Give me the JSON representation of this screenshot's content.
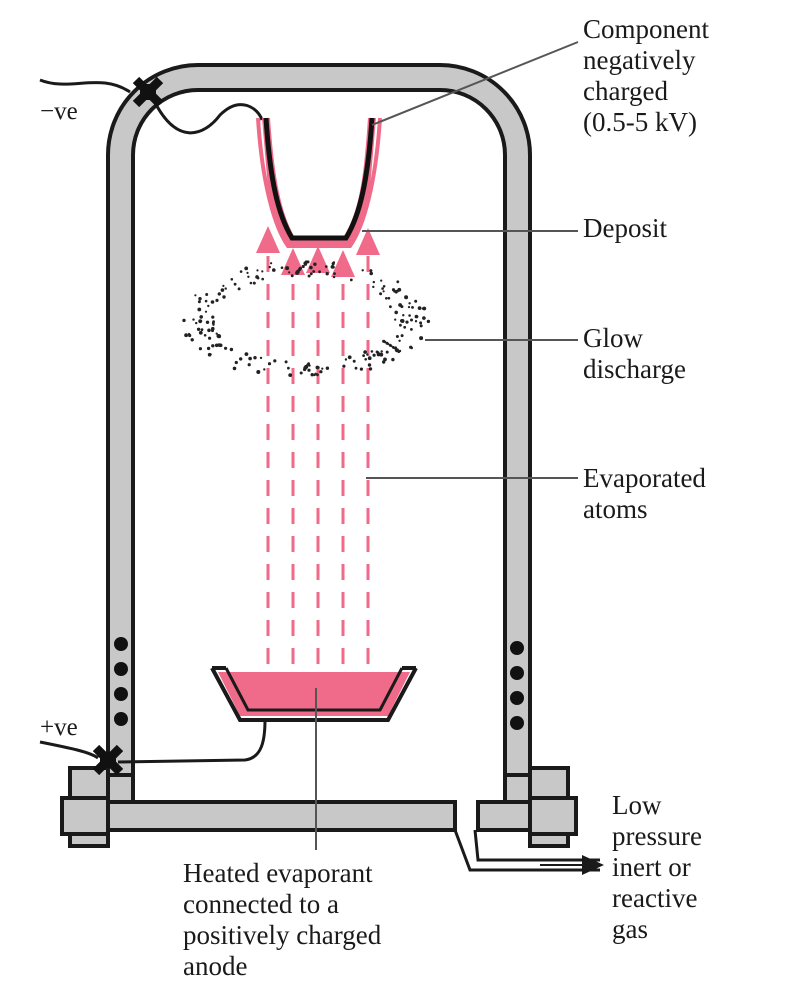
{
  "labels": {
    "component": "Component\nnegatively\ncharged\n(0.5-5 kV)",
    "deposit": "Deposit",
    "glow": "Glow\ndischarge",
    "evaporated": "Evaporated\natoms",
    "evaporant": "Heated evaporant\nconnected to a\npositively charged\nanode",
    "gas": "Low\npressure\ninert or\nreactive\ngas",
    "neg": "−ve",
    "pos": "+ve"
  },
  "colors": {
    "pink": "#f06a8a",
    "light_pink": "#f7b3c3",
    "frame_fill": "#c8c8c8",
    "stroke": "#1a1a1a",
    "background": "#ffffff"
  }
}
